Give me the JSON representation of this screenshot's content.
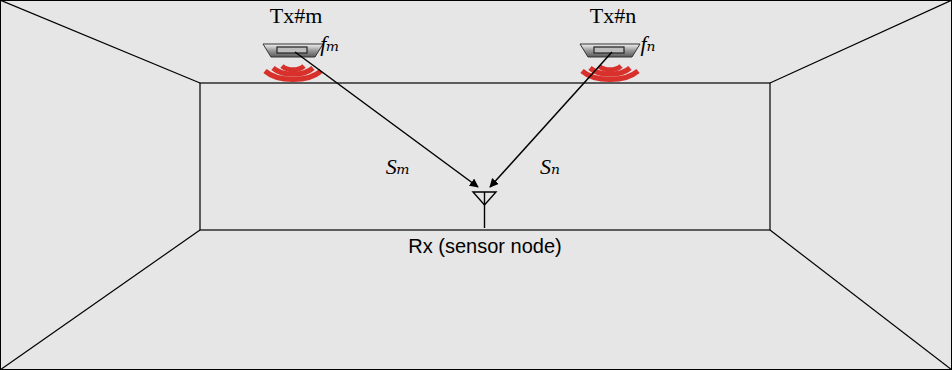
{
  "diagram": {
    "labels": [
      "Tx#m",
      "Tx#n",
      "fₘ",
      "fₙ",
      "Sₘ",
      "Sₙ",
      "Rx (sensor node)"
    ]
  }
}
